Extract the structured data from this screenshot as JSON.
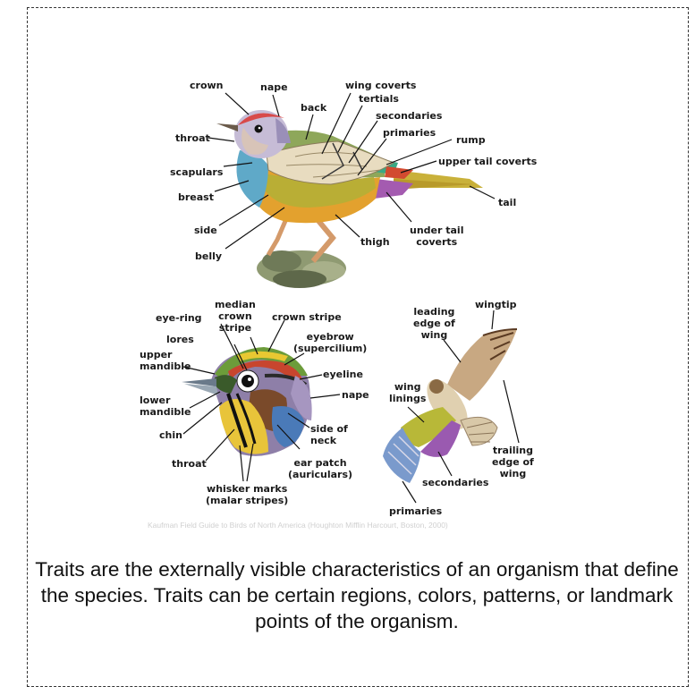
{
  "top_bird": {
    "labels": {
      "crown": "crown",
      "nape": "nape",
      "back": "back",
      "wing_coverts": "wing coverts",
      "tertials": "tertials",
      "secondaries": "secondaries",
      "primaries": "primaries",
      "rump": "rump",
      "upper_tail_coverts": "upper tail coverts",
      "tail": "tail",
      "throat": "throat",
      "scapulars": "scapulars",
      "breast": "breast",
      "side": "side",
      "belly": "belly",
      "thigh": "thigh",
      "under_tail_coverts": "under tail\ncoverts"
    }
  },
  "head": {
    "labels": {
      "median_crown_stripe": "median\ncrown\nstripe",
      "eye_ring": "eye-ring",
      "crown_stripe": "crown stripe",
      "eyebrow": "eyebrow\n(supercilium)",
      "lores": "lores",
      "upper_mandible": "upper\nmandible",
      "eyeline": "eyeline",
      "nape": "nape",
      "lower_mandible": "lower\nmandible",
      "chin": "chin",
      "side_of_neck": "side of\nneck",
      "throat": "throat",
      "ear_patch": "ear patch\n(auriculars)",
      "whisker_marks": "whisker marks\n(malar stripes)"
    }
  },
  "hawk": {
    "labels": {
      "leading_edge": "leading\nedge of\nwing",
      "wingtip": "wingtip",
      "wing_linings": "wing\nlinings",
      "trailing_edge": "trailing\nedge of\nwing",
      "secondaries": "secondaries",
      "primaries": "primaries"
    }
  },
  "credit": "Kaufman Field Guide to Birds of North America (Houghton Mifflin Harcourt, Boston, 2000)",
  "caption": "Traits are the externally visible characteristics of an organism that define the species. Traits can be certain regions, colors, patterns, or landmark points of the organism."
}
